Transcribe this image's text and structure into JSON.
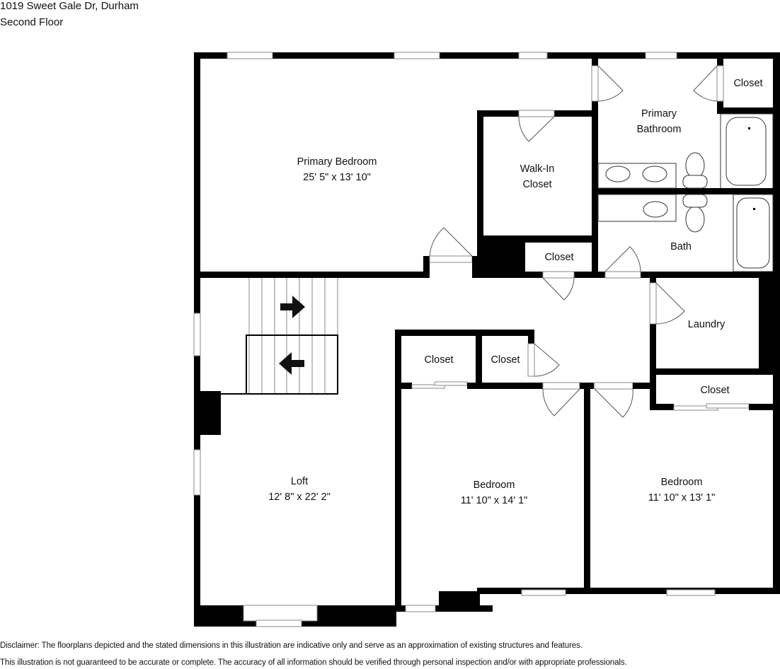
{
  "header": {
    "address": "1019 Sweet Gale Dr, Durham",
    "floor": "Second Floor"
  },
  "rooms": {
    "primary_bedroom": {
      "name": "Primary Bedroom",
      "dims": "25' 5\" x 13' 10\""
    },
    "walk_in_closet": {
      "name_line1": "Walk-In",
      "name_line2": "Closet"
    },
    "primary_bathroom": {
      "name_line1": "Primary",
      "name_line2": "Bathroom"
    },
    "primary_bath_closet": {
      "name": "Closet"
    },
    "bath": {
      "name": "Bath"
    },
    "hall_closet": {
      "name": "Closet"
    },
    "laundry": {
      "name": "Laundry"
    },
    "laundry_closet": {
      "name": "Closet"
    },
    "closet_left": {
      "name": "Closet"
    },
    "closet_right": {
      "name": "Closet"
    },
    "loft": {
      "name": "Loft",
      "dims": "12' 8\" x 22' 2\""
    },
    "bedroom_2": {
      "name": "Bedroom",
      "dims": "11' 10\" x 14' 1\""
    },
    "bedroom_3": {
      "name": "Bedroom",
      "dims": "11' 10\" x 13' 1\""
    }
  },
  "stairs": {
    "up_arrow": "arrow-right",
    "down_arrow": "arrow-left"
  },
  "disclaimer": {
    "line1": "Disclaimer: The floorplans depicted and the stated dimensions in this illustration are indicative only and serve as an approximation of existing structures and features.",
    "line2": "This illustration is not guaranteed to be accurate or complete. The accuracy of all information should be verified through personal inspection and/or with appropriate professionals."
  },
  "colors": {
    "wall": "#000000",
    "background": "#ffffff",
    "fixture_line": "#333333"
  }
}
